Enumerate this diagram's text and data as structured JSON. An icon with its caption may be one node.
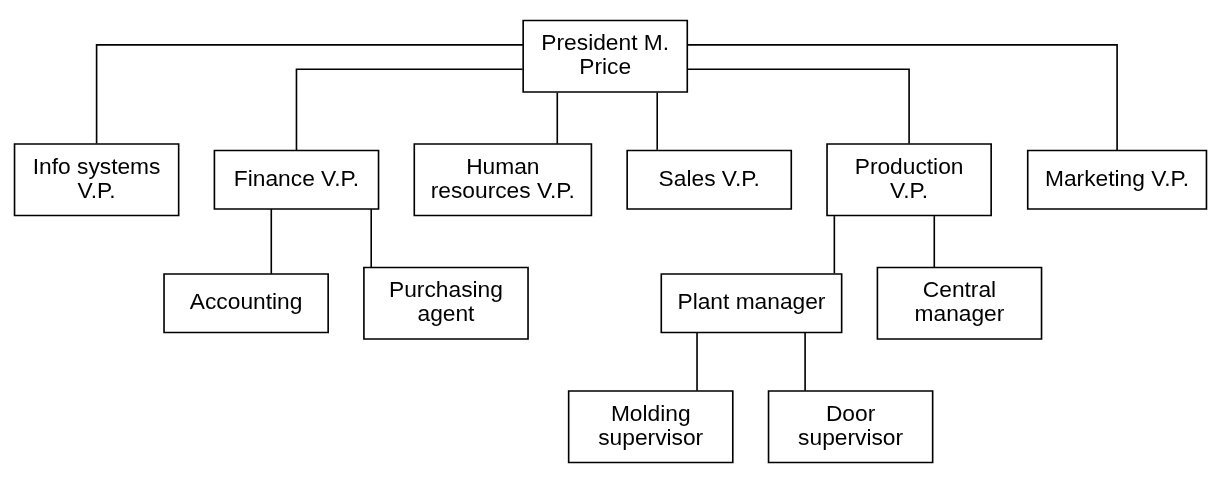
{
  "diagram": {
    "nodes": [
      {
        "text": [
          "President M. Price"
        ]
      },
      {
        "text": [
          "Info systems V.P."
        ]
      },
      {
        "text": [
          "Finance V.P."
        ]
      },
      {
        "text": [
          "Human resources V.P."
        ]
      },
      {
        "text": [
          "Sales V.P."
        ]
      },
      {
        "text": [
          "Production V.P."
        ]
      },
      {
        "text": [
          "Marketing V.P."
        ]
      },
      {
        "text": [
          "Accounting"
        ]
      },
      {
        "text": [
          "Purchasing agent"
        ]
      },
      {
        "text": [
          "Plant manager"
        ]
      },
      {
        "text": [
          "Central manager"
        ]
      },
      {
        "text": [
          "Molding supervisor"
        ]
      },
      {
        "text": [
          "Door supervisor"
        ]
      }
    ],
    "edges": [
      {
        "from": 0,
        "to": 1,
        "arrow": "none"
      },
      {
        "from": 0,
        "to": 2,
        "arrow": "none"
      },
      {
        "from": 0,
        "to": 3,
        "arrow": "none"
      },
      {
        "from": 0,
        "to": 4,
        "arrow": "none"
      },
      {
        "from": 0,
        "to": 5,
        "arrow": "none"
      },
      {
        "from": 0,
        "to": 6,
        "arrow": "none"
      },
      {
        "from": 2,
        "to": 7,
        "arrow": "none"
      },
      {
        "from": 2,
        "to": 8,
        "arrow": "none"
      },
      {
        "from": 5,
        "to": 9,
        "arrow": "none"
      },
      {
        "from": 5,
        "to": 10,
        "arrow": "none"
      },
      {
        "from": 9,
        "to": 11,
        "arrow": "none"
      },
      {
        "from": 9,
        "to": 12,
        "arrow": "none"
      }
    ]
  }
}
